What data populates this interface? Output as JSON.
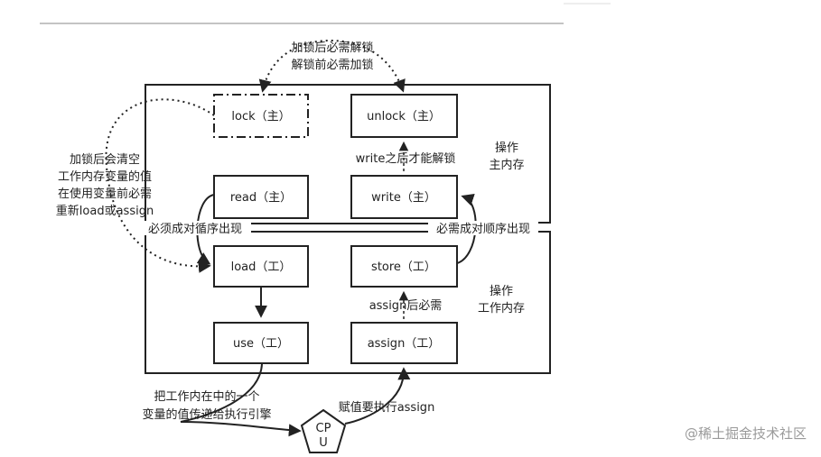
{
  "diagram": {
    "boxes": {
      "lock": "lock（主）",
      "unlock": "unlock（主）",
      "read": "read（主）",
      "write": "write（主）",
      "load": "load（工）",
      "store": "store（工）",
      "use": "use（工）",
      "assign": "assign（工）"
    },
    "labels": {
      "top_line1": "加锁后必需解锁",
      "top_line2": "解锁前必需加锁",
      "left_line1": "加锁后会清空",
      "left_line2": "工作内存变量的值",
      "left_line3": "在使用变量前必需",
      "left_line4": "重新load或assign",
      "write_before_unlock": "write之后才能解锁",
      "main_mem_line1": "操作",
      "main_mem_line2": "主内存",
      "work_mem_line1": "操作",
      "work_mem_line2": "工作内存",
      "pair_left": "必须成对循序出现",
      "pair_right": "必需成对顺序出现",
      "assign_before_store": "assign后必需",
      "bottom_left_line1": "把工作内在中的一个",
      "bottom_left_line2": "变量的值传递给执行引擎",
      "bottom_right": "赋值要执行assign",
      "cpu_line1": "CP",
      "cpu_line2": "U"
    }
  },
  "watermark": "@稀土掘金技术社区"
}
